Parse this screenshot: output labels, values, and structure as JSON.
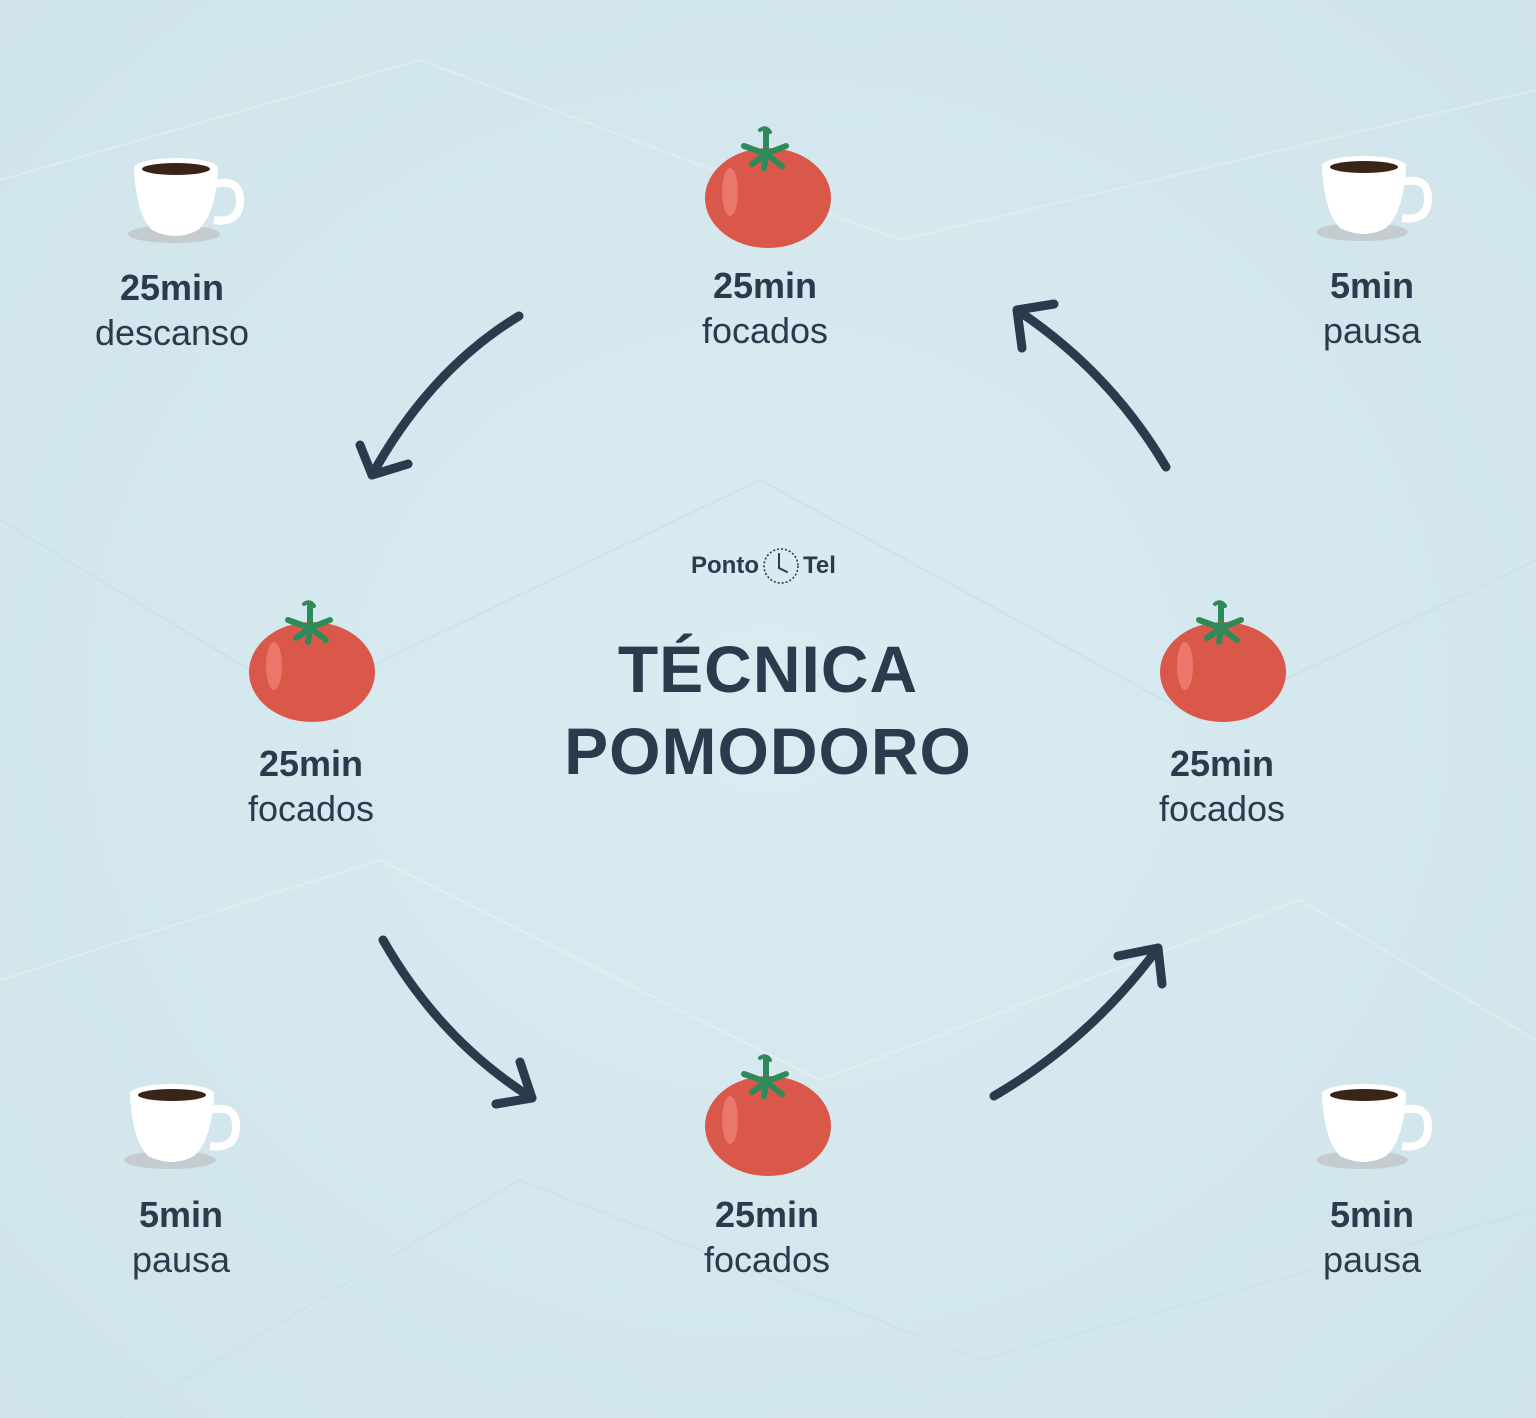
{
  "brand": {
    "name_left": "Ponto",
    "name_right": "Tel",
    "logo": "clock-icon"
  },
  "title": {
    "line1": "TÉCNICA",
    "line2": "POMODORO"
  },
  "colors": {
    "background": "#d6e9ef",
    "text": "#2b3a4c",
    "arrow": "#2b3a4c",
    "tomato": "#d9584a",
    "tomato_leaf": "#2f8a5a",
    "cup": "#ffffff",
    "coffee": "#3a2418"
  },
  "nodes": [
    {
      "id": "top-left",
      "icon": "coffee-cup-icon",
      "amount": "25min",
      "description": "descanso"
    },
    {
      "id": "top-center",
      "icon": "tomato-icon",
      "amount": "25min",
      "description": "focados"
    },
    {
      "id": "top-right",
      "icon": "coffee-cup-icon",
      "amount": "5min",
      "description": "pausa"
    },
    {
      "id": "middle-left",
      "icon": "tomato-icon",
      "amount": "25min",
      "description": "focados"
    },
    {
      "id": "middle-right",
      "icon": "tomato-icon",
      "amount": "25min",
      "description": "focados"
    },
    {
      "id": "bottom-left",
      "icon": "coffee-cup-icon",
      "amount": "5min",
      "description": "pausa"
    },
    {
      "id": "bottom-center",
      "icon": "tomato-icon",
      "amount": "25min",
      "description": "focados"
    },
    {
      "id": "bottom-right",
      "icon": "coffee-cup-icon",
      "amount": "5min",
      "description": "pausa"
    }
  ],
  "cycle_arrows": [
    {
      "from": "top-center",
      "to": "middle-left"
    },
    {
      "from": "middle-left",
      "to": "bottom-center"
    },
    {
      "from": "bottom-center",
      "to": "middle-right"
    },
    {
      "from": "middle-right",
      "to": "top-center"
    }
  ]
}
